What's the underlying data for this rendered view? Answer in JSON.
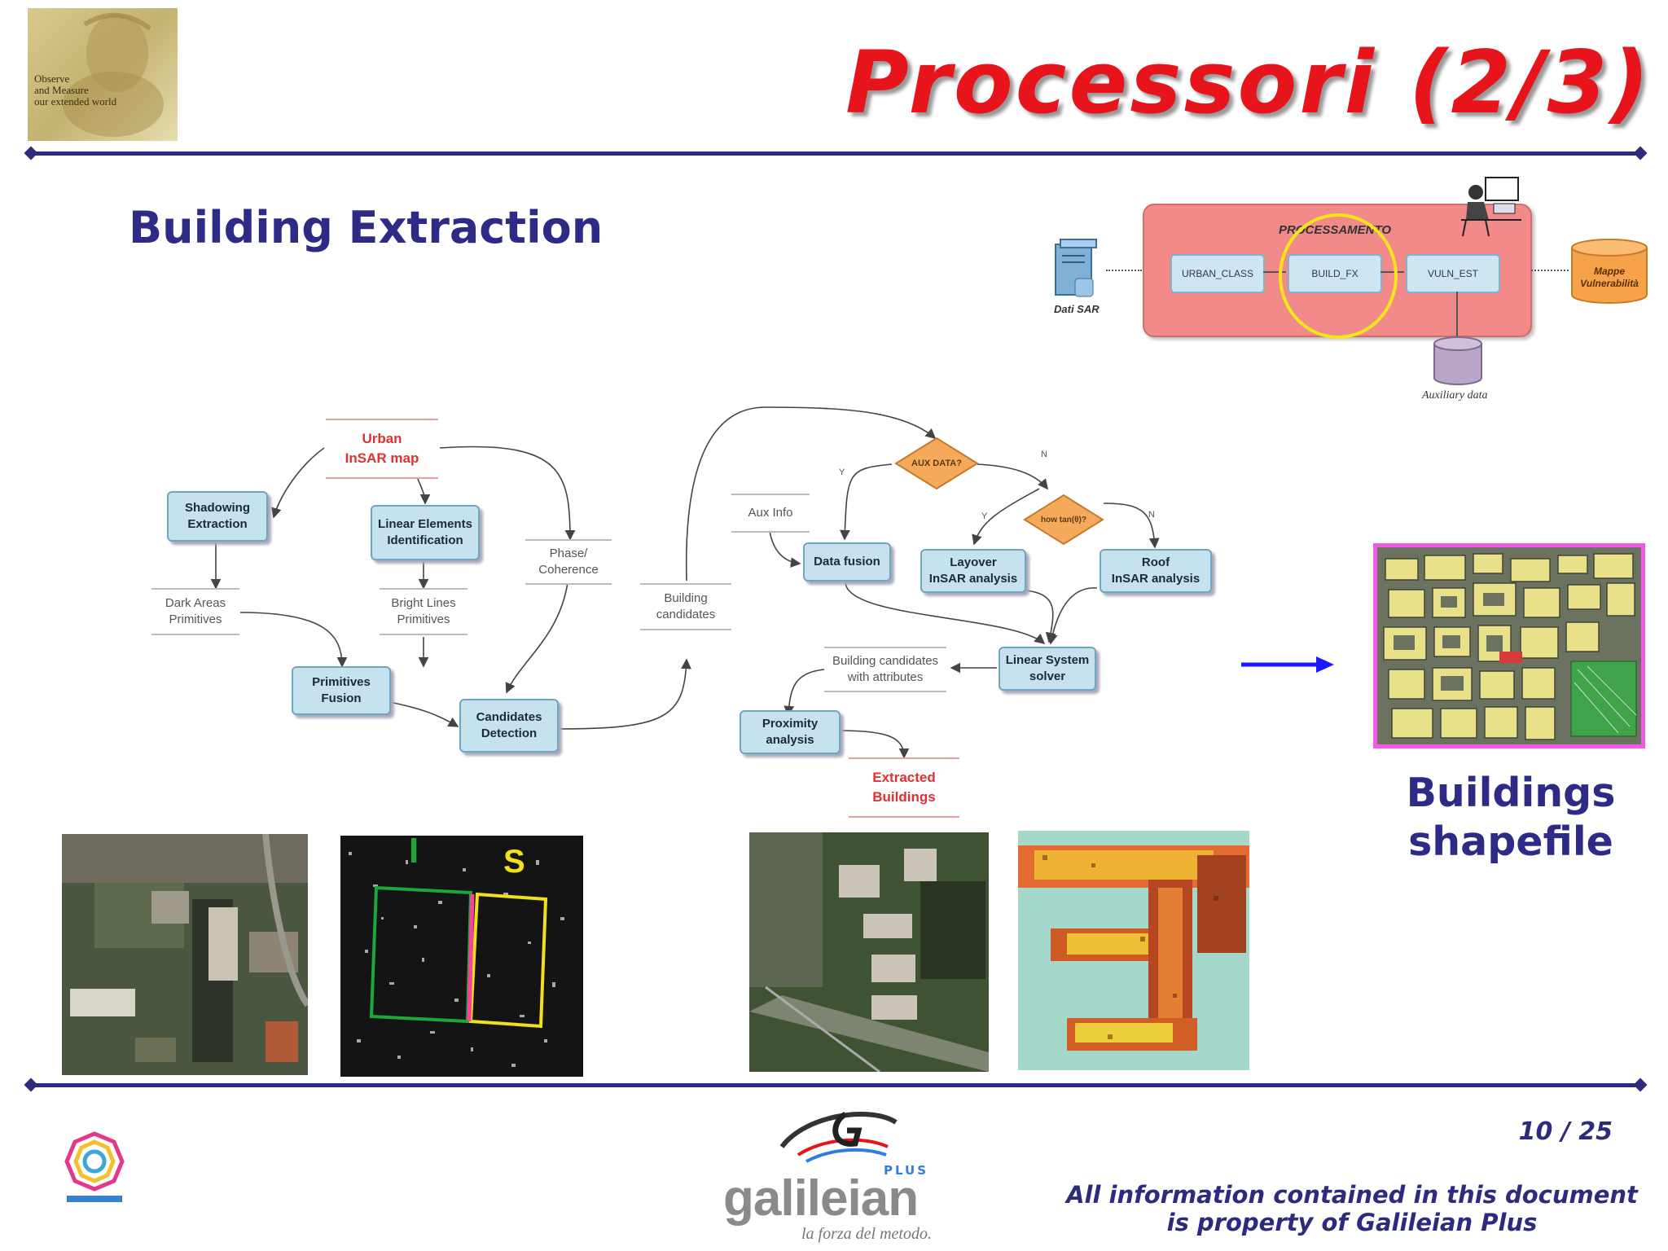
{
  "header": {
    "title": "Processori (2/3)",
    "logo_text_line1": "Observe",
    "logo_text_line2": "and Measure",
    "logo_text_line3": "our extended world"
  },
  "slide": {
    "subtitle": "Building Extraction",
    "result_label_line1": "Buildings",
    "result_label_line2": "shapefile"
  },
  "pipeline": {
    "title": "PROCESSAMENTO",
    "steps": [
      "URBAN_CLASS",
      "BUILD_FX",
      "VULN_EST"
    ],
    "input": "Dati SAR",
    "output_line1": "Mappe",
    "output_line2": "Vulnerabilità",
    "auxiliary": "Auxiliary data"
  },
  "flowchart": {
    "urban_map_line1": "Urban",
    "urban_map_line2": "InSAR map",
    "shadowing_line1": "Shadowing",
    "shadowing_line2": "Extraction",
    "linear_line1": "Linear Elements",
    "linear_line2": "Identification",
    "phase_line1": "Phase/",
    "phase_line2": "Coherence",
    "dark_line1": "Dark Areas",
    "dark_line2": "Primitives",
    "bright_line1": "Bright Lines",
    "bright_line2": "Primitives",
    "prim_fusion_line1": "Primitives",
    "prim_fusion_line2": "Fusion",
    "cand_det_line1": "Candidates",
    "cand_det_line2": "Detection",
    "building_cand_line1": "Building",
    "building_cand_line2": "candidates",
    "aux_data": "AUX DATA?",
    "how_tan": "how tan(θ)?",
    "aux_info": "Aux Info",
    "data_fusion": "Data fusion",
    "layover_line1": "Layover",
    "layover_line2": "InSAR analysis",
    "roof_line1": "Roof",
    "roof_line2": "InSAR analysis",
    "linear_sys_line1": "Linear System",
    "linear_sys_line2": "solver",
    "bca_line1": "Building candidates",
    "bca_line2": "with attributes",
    "proximity_line1": "Proximity",
    "proximity_line2": "analysis",
    "extracted_line1": "Extracted",
    "extracted_line2": "Buildings",
    "y": "Y",
    "n": "N"
  },
  "images": {
    "sar_label_l": "I",
    "sar_label_s": "S"
  },
  "footer": {
    "page": "10 / 25",
    "disclaimer_line1": "All information contained in this document",
    "disclaimer_line2": "is property of Galileian Plus",
    "brand": "galileian",
    "brand_plus": "PLUS",
    "tagline": "la forza del metodo."
  }
}
